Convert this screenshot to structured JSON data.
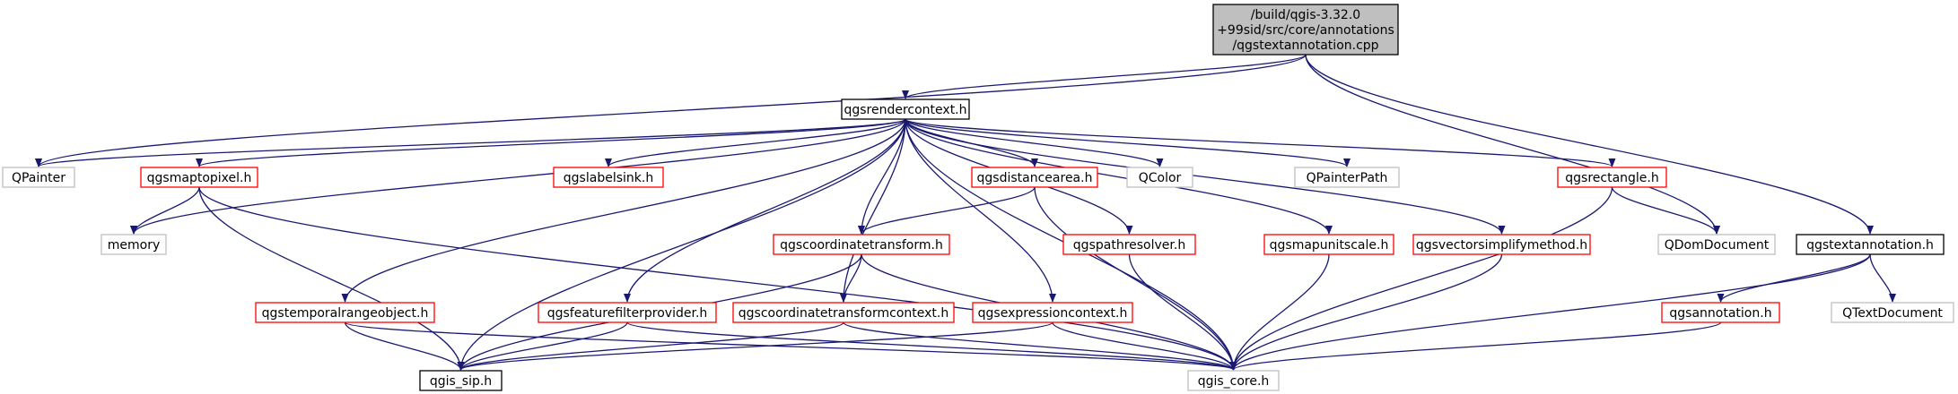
{
  "colors": {
    "edge": "#191970",
    "black_border": "#000000",
    "red_border": "#ff0000",
    "gray_border": "#bfbfbf",
    "root_fill": "#bfbfbf",
    "fill": "#ffffff",
    "text": "#000000"
  },
  "nodes": [
    {
      "id": "root",
      "lines": [
        "/build/qgis-3.32.0",
        "+99sid/src/core/annotations",
        "/qgstextannotation.cpp"
      ],
      "style": "root"
    },
    {
      "id": "qgsrendercontext",
      "lines": [
        "qgsrendercontext.h"
      ],
      "style": "black"
    },
    {
      "id": "qpainter",
      "lines": [
        "QPainter"
      ],
      "style": "gray"
    },
    {
      "id": "qgsmaptopixel",
      "lines": [
        "qgsmaptopixel.h"
      ],
      "style": "red"
    },
    {
      "id": "qgslabelsink",
      "lines": [
        "qgslabelsink.h"
      ],
      "style": "red"
    },
    {
      "id": "qgsdistancearea",
      "lines": [
        "qgsdistancearea.h"
      ],
      "style": "red"
    },
    {
      "id": "qcolor",
      "lines": [
        "QColor"
      ],
      "style": "gray"
    },
    {
      "id": "qpainterpath",
      "lines": [
        "QPainterPath"
      ],
      "style": "gray"
    },
    {
      "id": "qgsrectangle",
      "lines": [
        "qgsrectangle.h"
      ],
      "style": "red"
    },
    {
      "id": "memory",
      "lines": [
        "memory"
      ],
      "style": "gray"
    },
    {
      "id": "qgscoordinatetransform",
      "lines": [
        "qgscoordinatetransform.h"
      ],
      "style": "red"
    },
    {
      "id": "qgspathresolver",
      "lines": [
        "qgspathresolver.h"
      ],
      "style": "red"
    },
    {
      "id": "qgsmapunitscale",
      "lines": [
        "qgsmapunitscale.h"
      ],
      "style": "red"
    },
    {
      "id": "qgsvectorsimplifymethod",
      "lines": [
        "qgsvectorsimplifymethod.h"
      ],
      "style": "red"
    },
    {
      "id": "qdomdocument",
      "lines": [
        "QDomDocument"
      ],
      "style": "gray"
    },
    {
      "id": "qgstextannotation",
      "lines": [
        "qgstextannotation.h"
      ],
      "style": "black"
    },
    {
      "id": "qgstemporalrangeobject",
      "lines": [
        "qgstemporalrangeobject.h"
      ],
      "style": "red"
    },
    {
      "id": "qgsfeaturefilterprovider",
      "lines": [
        "qgsfeaturefilterprovider.h"
      ],
      "style": "red"
    },
    {
      "id": "qgscoordinatetransformcontext",
      "lines": [
        "qgscoordinatetransformcontext.h"
      ],
      "style": "red"
    },
    {
      "id": "qgsexpressioncontext",
      "lines": [
        "qgsexpressioncontext.h"
      ],
      "style": "red"
    },
    {
      "id": "qgsannotation",
      "lines": [
        "qgsannotation.h"
      ],
      "style": "red"
    },
    {
      "id": "qtextdocument",
      "lines": [
        "QTextDocument"
      ],
      "style": "gray"
    },
    {
      "id": "qgis_sip",
      "lines": [
        "qgis_sip.h"
      ],
      "style": "black"
    },
    {
      "id": "qgis_core",
      "lines": [
        "qgis_core.h"
      ],
      "style": "gray"
    }
  ],
  "edges": [
    [
      "root",
      "qgsrendercontext"
    ],
    [
      "root",
      "qpainter"
    ],
    [
      "root",
      "qdomdocument"
    ],
    [
      "root",
      "qgstextannotation"
    ],
    [
      "qgsrendercontext",
      "qpainter"
    ],
    [
      "qgsrendercontext",
      "qgsmaptopixel"
    ],
    [
      "qgsrendercontext",
      "memory"
    ],
    [
      "qgsrendercontext",
      "qgslabelsink"
    ],
    [
      "qgsrendercontext",
      "qgsdistancearea"
    ],
    [
      "qgsrendercontext",
      "qcolor"
    ],
    [
      "qgsrendercontext",
      "qpainterpath"
    ],
    [
      "qgsrendercontext",
      "qgsrectangle"
    ],
    [
      "qgsrendercontext",
      "qgscoordinatetransform"
    ],
    [
      "qgsrendercontext",
      "qgspathresolver"
    ],
    [
      "qgsrendercontext",
      "qgsmapunitscale"
    ],
    [
      "qgsrendercontext",
      "qgsvectorsimplifymethod"
    ],
    [
      "qgsrendercontext",
      "qgstemporalrangeobject"
    ],
    [
      "qgsrendercontext",
      "qgsfeaturefilterprovider"
    ],
    [
      "qgsrendercontext",
      "qgscoordinatetransformcontext"
    ],
    [
      "qgsrendercontext",
      "qgsexpressioncontext"
    ],
    [
      "qgsrendercontext",
      "qgis_sip"
    ],
    [
      "qgsrendercontext",
      "qgis_core"
    ],
    [
      "qgsmaptopixel",
      "memory"
    ],
    [
      "qgsmaptopixel",
      "qgis_sip"
    ],
    [
      "qgsmaptopixel",
      "qgis_core"
    ],
    [
      "qgsdistancearea",
      "qgscoordinatetransform"
    ],
    [
      "qgsdistancearea",
      "qgis_core"
    ],
    [
      "qgsrectangle",
      "qdomdocument"
    ],
    [
      "qgsrectangle",
      "qgis_core"
    ],
    [
      "qgscoordinatetransform",
      "qgscoordinatetransformcontext"
    ],
    [
      "qgscoordinatetransform",
      "qgis_sip"
    ],
    [
      "qgscoordinatetransform",
      "qgis_core"
    ],
    [
      "qgspathresolver",
      "qgis_core"
    ],
    [
      "qgsmapunitscale",
      "qgis_core"
    ],
    [
      "qgsvectorsimplifymethod",
      "qgis_core"
    ],
    [
      "qgstextannotation",
      "qgsannotation"
    ],
    [
      "qgstextannotation",
      "qtextdocument"
    ],
    [
      "qgstextannotation",
      "qgis_core"
    ],
    [
      "qgstemporalrangeobject",
      "qgis_sip"
    ],
    [
      "qgstemporalrangeobject",
      "qgis_core"
    ],
    [
      "qgsfeaturefilterprovider",
      "qgis_sip"
    ],
    [
      "qgsfeaturefilterprovider",
      "qgis_core"
    ],
    [
      "qgscoordinatetransformcontext",
      "qgis_sip"
    ],
    [
      "qgscoordinatetransformcontext",
      "qgis_core"
    ],
    [
      "qgsexpressioncontext",
      "qgis_sip"
    ],
    [
      "qgsexpressioncontext",
      "qgis_core"
    ],
    [
      "qgsannotation",
      "qgis_core"
    ]
  ]
}
